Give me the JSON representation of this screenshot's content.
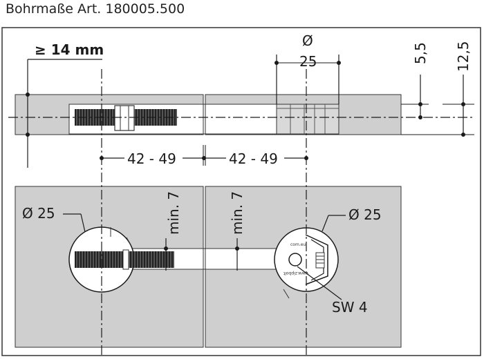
{
  "title": "Bohrmaße Art. 180005.500",
  "labels": {
    "min_depth": "≥ 14 mm",
    "diameter_symbol": "Ø",
    "top_diameter": "25",
    "dim_5_5": "5,5",
    "dim_12_5": "12,5",
    "spacing_left": "42 - 49",
    "spacing_right": "42 - 49",
    "left_diameter": "Ø 25",
    "right_diameter": "Ø 25",
    "min7_left": "min. 7",
    "min7_right": "min. 7",
    "wrench_size": "SW 4",
    "housing_text_1": "com.eu",
    "housing_text_2": "www.zipbolt"
  },
  "colors": {
    "panel": "#cfcfcf",
    "line": "#1a1a1a",
    "background": "#ffffff",
    "bolt_thread": "#333333"
  }
}
